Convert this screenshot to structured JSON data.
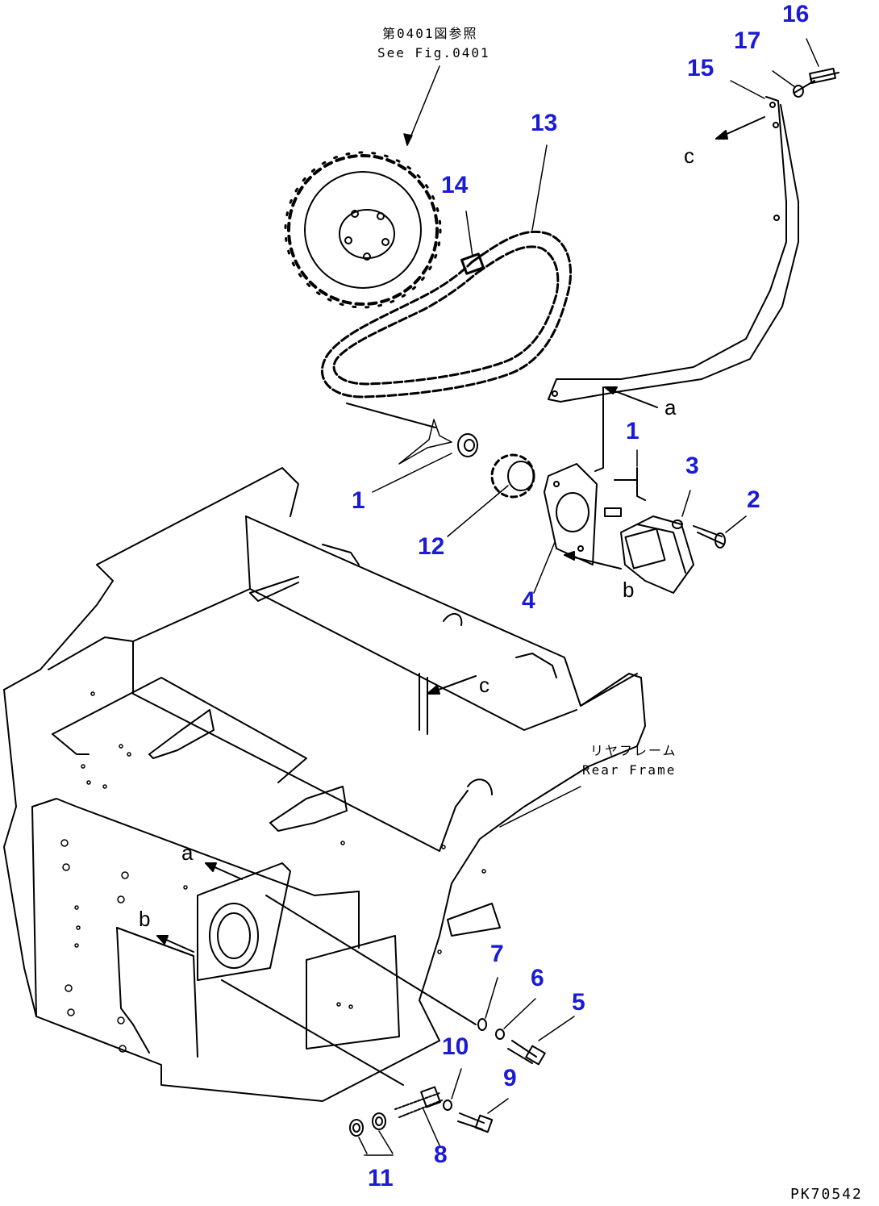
{
  "colors": {
    "callout": "#1b1bd6",
    "line": "#000000",
    "background": "#ffffff"
  },
  "notes": {
    "see_fig_jp": "第0401図参照",
    "see_fig_en": "See Fig.0401",
    "rear_frame_jp": "リヤフレーム",
    "rear_frame_en": "Rear Frame"
  },
  "drawing_code": "PK70542",
  "callouts": [
    "16",
    "17",
    "15",
    "13",
    "14",
    "1",
    "3",
    "2",
    "1",
    "12",
    "4",
    "7",
    "6",
    "5",
    "10",
    "9",
    "8",
    "11"
  ],
  "view_letters": [
    "c",
    "a",
    "b",
    "c",
    "a",
    "b"
  ]
}
